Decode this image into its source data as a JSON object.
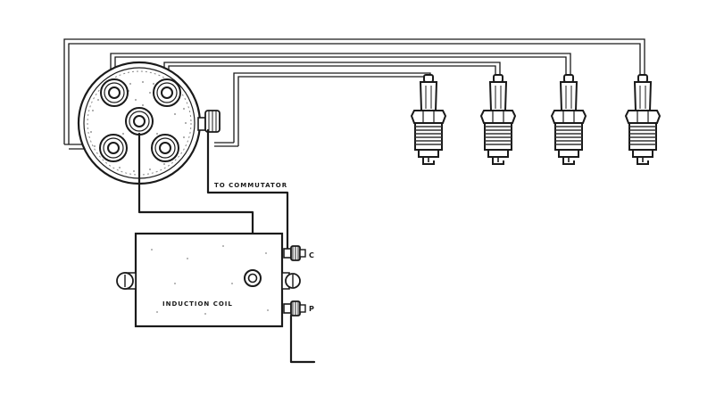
{
  "labels": {
    "commutator": "TO COMMUTATOR",
    "coil": "INDUCTION COIL",
    "terminal_c": "C",
    "terminal_p": "P"
  },
  "colors": {
    "ink": "#1a1a1a",
    "paper": "#ffffff",
    "hatch": "#555555"
  },
  "icons": {
    "distributor": "distributor-icon",
    "spark_plug": "spark-plug-icon",
    "induction_coil": "induction-coil-icon"
  }
}
